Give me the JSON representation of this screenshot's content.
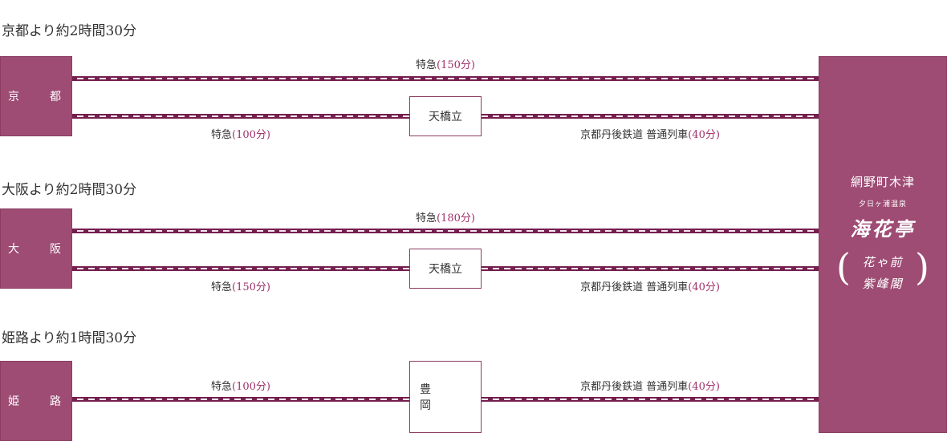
{
  "routes": [
    {
      "heading": "京都より約2時間30分",
      "origin": "京　都",
      "upper": {
        "line": "特急",
        "time": "(150分)"
      },
      "lower_left": {
        "line": "特急",
        "time": "(100分)"
      },
      "via": "天橋立",
      "lower_right": {
        "line": "京都丹後鉄道 普通列車",
        "time": "(40分)"
      }
    },
    {
      "heading": "大阪より約2時間30分",
      "origin": "大　阪",
      "upper": {
        "line": "特急",
        "time": "(180分)"
      },
      "lower_left": {
        "line": "特急",
        "time": "(150分)"
      },
      "via": "天橋立",
      "lower_right": {
        "line": "京都丹後鉄道 普通列車",
        "time": "(40分)"
      }
    },
    {
      "heading": "姫路より約1時間30分",
      "origin": "姫　路",
      "left": {
        "line": "特急",
        "time": "(100分)"
      },
      "via": "豊　岡",
      "right": {
        "line": "京都丹後鉄道 普通列車",
        "time": "(40分)"
      }
    }
  ],
  "destination": {
    "area": "網野町木津",
    "onsen": "夕日ヶ浦温泉",
    "hotel": "海花亭",
    "annex_line1": "花ゃ前",
    "annex_line2": "紫峰閣",
    "paren_open": "(",
    "paren_close": ")"
  },
  "colors": {
    "box_fill": "#9e4c74",
    "track": "#751f4f",
    "track_dash": "#f4e8ee",
    "minutes_text": "#a0306a"
  }
}
